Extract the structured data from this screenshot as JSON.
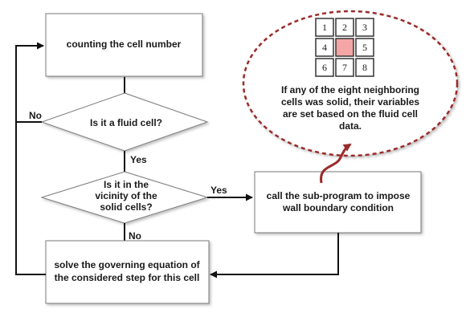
{
  "nodes": {
    "counting": "counting the cell number",
    "fluid_check": "Is it a fluid cell?",
    "vicinity_lines": [
      "Is it in the",
      "vicinity of the",
      "solid cells?"
    ],
    "subprogram_lines": [
      "call the sub-program to impose",
      "wall boundary condition"
    ],
    "solve_lines": [
      "solve the governing equation of",
      "the considered step for this cell"
    ]
  },
  "edges": {
    "no_fluid": "No",
    "yes_fluid": "Yes",
    "yes_vicinity": "Yes",
    "no_vicinity": "No"
  },
  "callout": {
    "grid_numbers": [
      "1",
      "2",
      "3",
      "4",
      "5",
      "6",
      "7",
      "8"
    ],
    "text_lines": [
      "If any of the eight neighboring",
      "cells was solid, their variables",
      "are set based on the fluid cell",
      "data."
    ]
  },
  "colors": {
    "box_border": "#7a7a7a",
    "ellipse_border": "#9b2b2b",
    "center_cell": "#f4a6a6",
    "arrow": "#111111"
  }
}
